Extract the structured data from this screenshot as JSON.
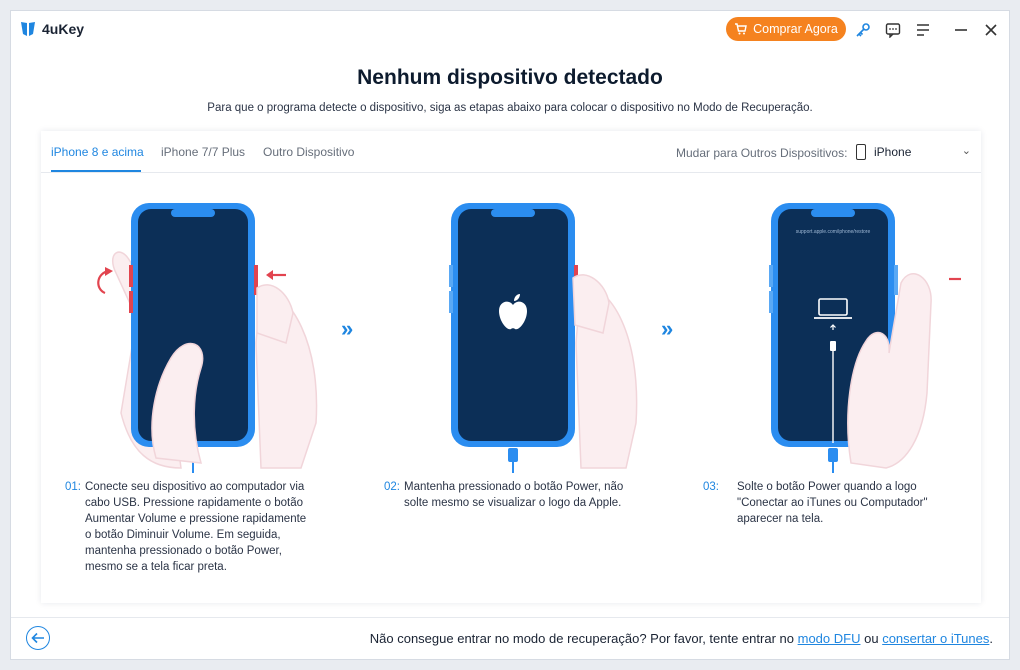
{
  "app": {
    "name": "4uKey",
    "buy_label": "Comprar Agora",
    "icons": [
      "key-icon",
      "feedback-icon",
      "menu-icon",
      "minimize-icon",
      "close-icon"
    ]
  },
  "heading": {
    "title": "Nenhum dispositivo detectado",
    "subtitle": "Para que o programa detecte o dispositivo, siga as etapas abaixo para colocar o dispositivo no Modo de Recuperação."
  },
  "tabs": [
    {
      "label": "iPhone 8 e acima",
      "active": true
    },
    {
      "label": "iPhone 7/7 Plus",
      "active": false
    },
    {
      "label": "Outro Dispositivo",
      "active": false
    }
  ],
  "device_switch": {
    "label": "Mudar para Outros Dispositivos:",
    "selected": "iPhone"
  },
  "steps": [
    {
      "num": "01:",
      "lines": [
        "Conecte seu dispositivo ao computador via",
        "cabo USB. Pressione rapidamente o botão",
        "Aumentar Volume e pressione rapidamente",
        "o botão Diminuir Volume. Em seguida,",
        "mantenha pressionado o botão Power,",
        "mesmo se a tela ficar preta."
      ]
    },
    {
      "num": "02:",
      "lines": [
        "Mantenha pressionado o botão Power, não",
        "solte mesmo se visualizar o logo da Apple."
      ]
    },
    {
      "num": "03:",
      "lines": [
        "Solte o botão Power quando a logo",
        "\"Conectar ao iTunes ou Computador\"",
        "aparecer na tela."
      ]
    }
  ],
  "screen_url": "support.apple.com/iphone/restore",
  "footer": {
    "text": "Não consegue entrar no modo de recuperação? Por favor, tente entrar no",
    "link_dfu": "modo DFU",
    "or": "ou",
    "link_itunes": "consertar o iTunes",
    "end": "."
  },
  "colors": {
    "accent": "#1f86e0",
    "buy": "#f5821f",
    "phone_frame": "#2b8df0",
    "phone_screen": "#0c2f57",
    "arrow_red": "#e2444f"
  }
}
